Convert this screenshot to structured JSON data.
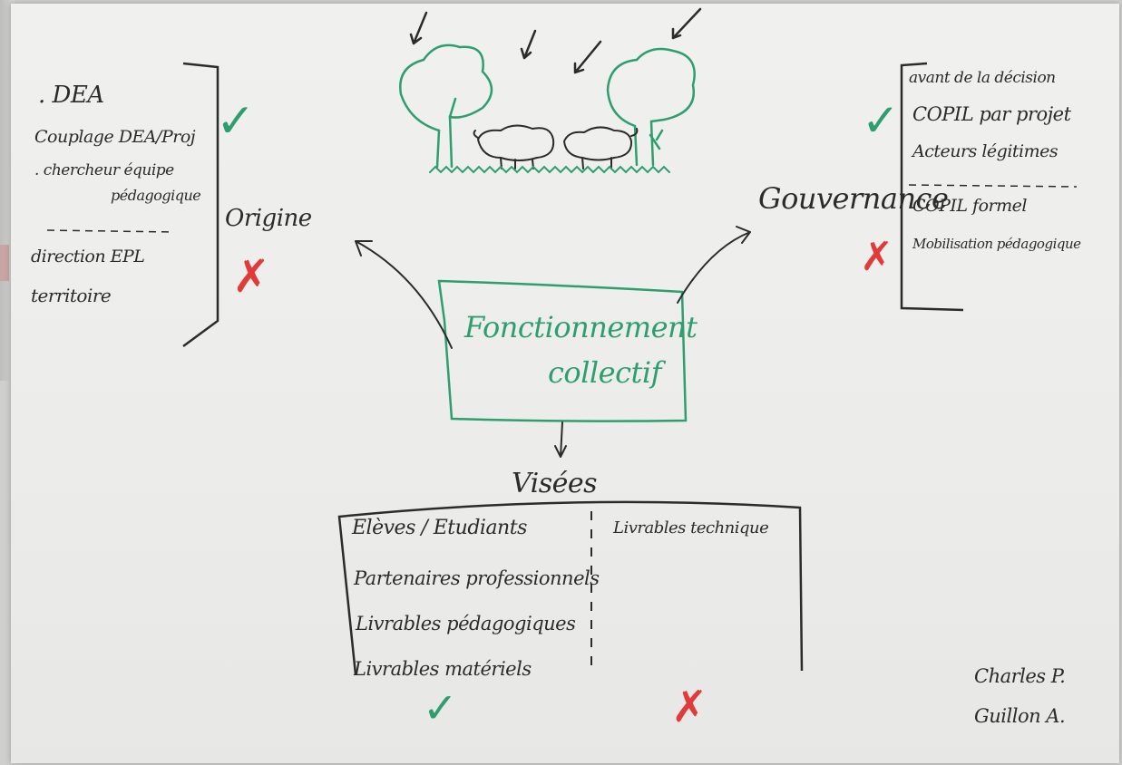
{
  "origine": {
    "title": "Origine",
    "items": [
      ". DEA",
      "Couplage DEA/Proj",
      ". chercheur équipe",
      "pédagogique",
      "direction EPL",
      "territoire"
    ]
  },
  "gouvernance": {
    "title": "Gouvernance",
    "items": [
      "avant de la décision",
      "COPIL par projet",
      "Acteurs légitimes",
      "COPIL formel",
      "Mobilisation pédagogique"
    ]
  },
  "center": {
    "line1": "Fonctionnement",
    "line2": "collectif"
  },
  "visees": {
    "title": "Visées",
    "left_header": "Elèves / Etudiants",
    "left_items": [
      "Partenaires professionnels",
      "Livrables pédagogiques",
      "Livrables matériels"
    ],
    "right_header": "Livrables technique"
  },
  "signature": {
    "line1": "Charles P.",
    "line2": "Guillon A."
  },
  "colors": {
    "ink": "#2b2b2b",
    "green_marker": "#2f9e6e",
    "red_marker": "#e23a3a"
  }
}
